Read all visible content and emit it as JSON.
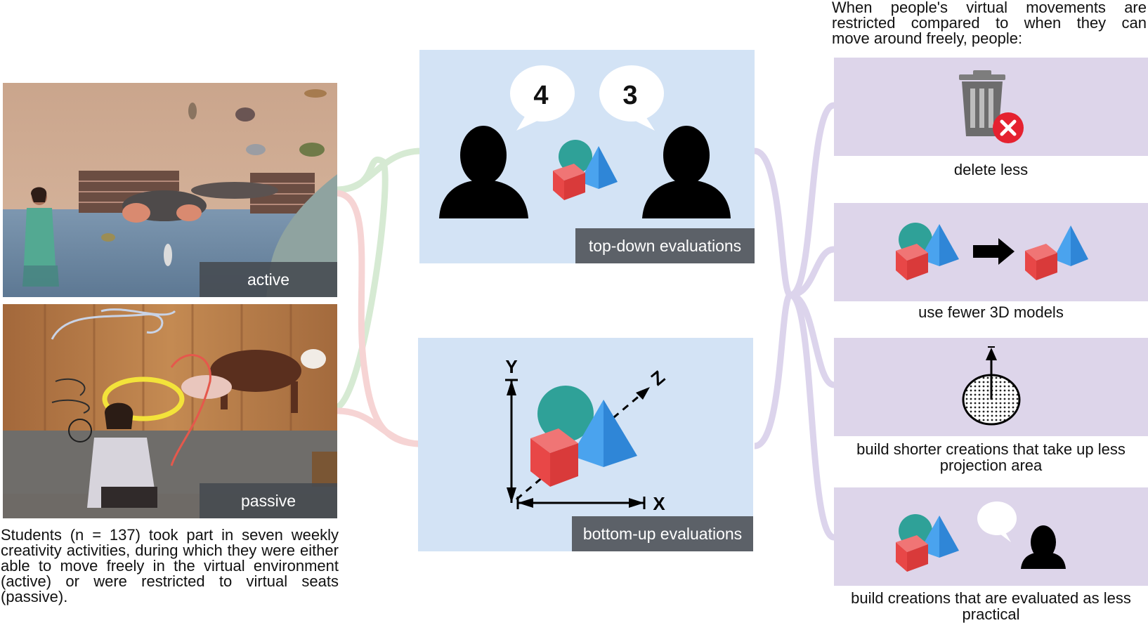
{
  "left_panels": {
    "active_label": "active",
    "passive_label": "passive",
    "caption": "Students (n = 137) took part in seven weekly creativity activities, during which they were either able to move freely in the virtual environment (active) or were restricted to virtual seats (passive)."
  },
  "evaluations": {
    "top_down_label": "top-down evaluations",
    "bottom_up_label": "bottom-up evaluations",
    "rating_left": "4",
    "rating_right": "3",
    "axis_x": "X",
    "axis_y": "Y",
    "axis_z": "Z"
  },
  "outcomes": {
    "header_lines": [
      "When people's virtual movements are",
      "restricted compared to when they can",
      "move around freely, people:"
    ],
    "items": [
      {
        "label": "delete less",
        "icon": "trash-delete-icon"
      },
      {
        "label": "use fewer 3D models",
        "icon": "fewer-models-icon"
      },
      {
        "label": "build shorter creations that take up less projection area",
        "icon": "projection-area-icon"
      },
      {
        "label": "build creations that are evaluated as less practical",
        "icon": "evaluation-person-icon"
      }
    ]
  },
  "colors": {
    "active_connector": "#d6ead3",
    "passive_connector": "#f6d4d4",
    "outcome_connector": "#dcd4ec",
    "eval_panel": "#d3e3f5",
    "outcome_panel": "#ddd5ea",
    "label_bar": "#5c6168"
  }
}
